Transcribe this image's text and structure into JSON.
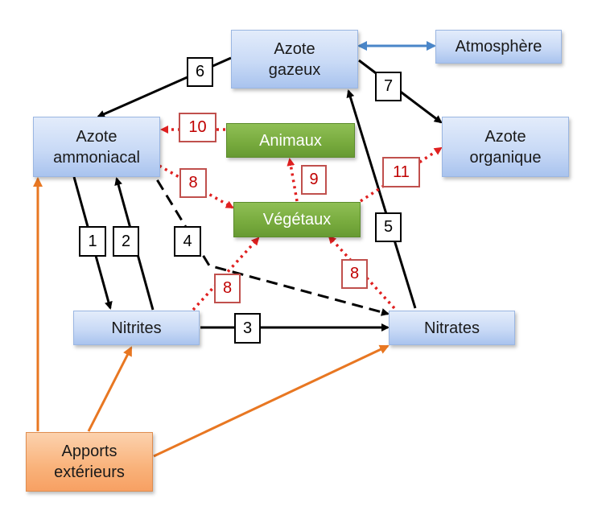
{
  "nodes": {
    "azote_gazeux": "Azote\ngazeux",
    "atmosphere": "Atmosphère",
    "azote_ammoniacal": "Azote\nammoniacal",
    "azote_organique": "Azote\norganique",
    "animaux": "Animaux",
    "vegetaux": "Végétaux",
    "nitrites": "Nitrites",
    "nitrates": "Nitrates",
    "apports_exterieurs": "Apports\nextérieurs"
  },
  "labels": {
    "l1": "1",
    "l2": "2",
    "l3": "3",
    "l4": "4",
    "l5": "5",
    "l6": "6",
    "l7": "7",
    "l8a": "8",
    "l8b": "8",
    "l8c": "8",
    "l9": "9",
    "l10": "10",
    "l11": "11"
  },
  "colors": {
    "black_arrow": "#000000",
    "red_dotted": "#e02020",
    "orange_arrow": "#e87722",
    "blue_arrow": "#4a86c8"
  }
}
